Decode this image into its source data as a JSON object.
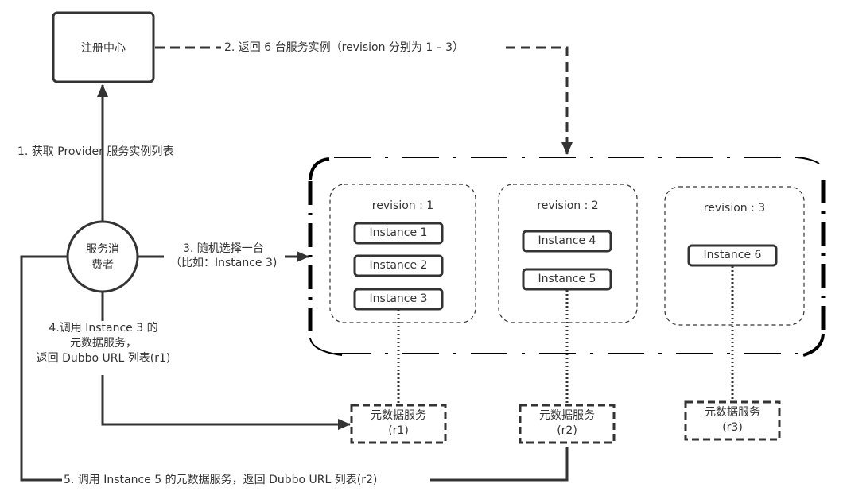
{
  "registry": {
    "label": "注册中心"
  },
  "consumer": {
    "label_line1": "服务消",
    "label_line2": "费者"
  },
  "steps": {
    "step1": "1. 获取 Provider 服务实例列表",
    "step2": "2. 返回 6 台服务实例（revision 分别为 1 – 3）",
    "step3_line1": "3. 随机选择一台",
    "step3_line2": "（比如：Instance 3)",
    "step4_line1": "4.调用 Instance 3 的",
    "step4_line2": "元数据服务，",
    "step4_line3": "返回 Dubbo URL 列表(r1)",
    "step5": "5. 调用 Instance 5 的元数据服务，返回 Dubbo URL 列表(r2)"
  },
  "revisions": [
    {
      "label": "revision : 1",
      "instances": [
        "Instance 1",
        "Instance 2",
        "Instance 3"
      ]
    },
    {
      "label": "revision : 2",
      "instances": [
        "Instance 4",
        "Instance 5"
      ]
    },
    {
      "label": "revision : 3",
      "instances": [
        "Instance 6"
      ]
    }
  ],
  "metadata_services": [
    {
      "label": "元数据服务",
      "rev": "(r1)"
    },
    {
      "label": "元数据服务",
      "rev": "(r2)"
    },
    {
      "label": "元数据服务",
      "rev": "(r3)"
    }
  ],
  "colors": {
    "stroke": "#333333",
    "cluster": "#000000",
    "text": "#333333"
  }
}
